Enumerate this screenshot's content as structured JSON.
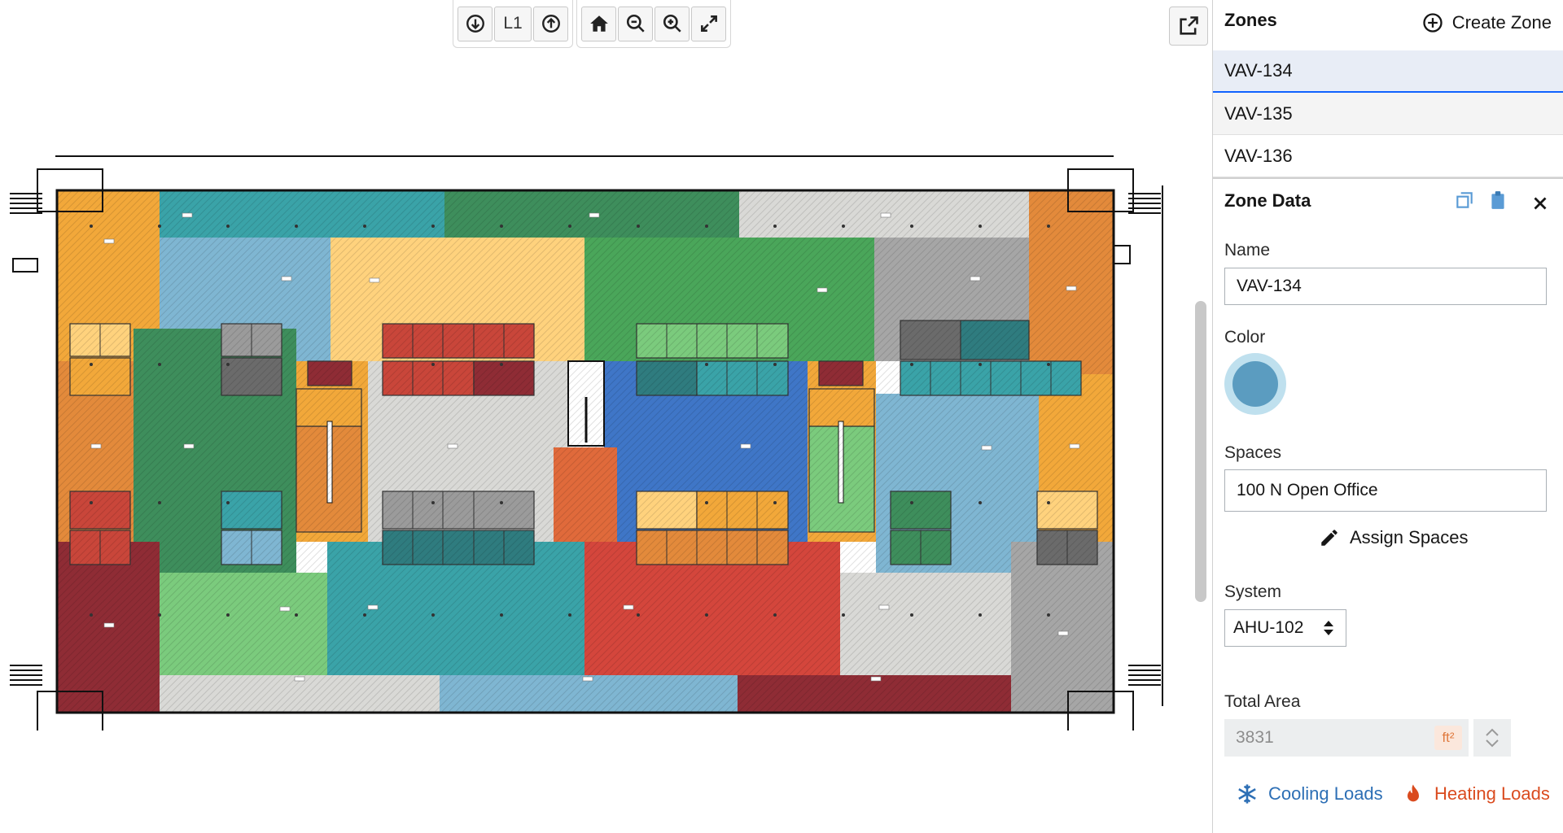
{
  "toolbar": {
    "level": "L1",
    "buttons": [
      "level-down",
      "level-up",
      "home",
      "zoom-out",
      "zoom-in",
      "fullscreen"
    ]
  },
  "zones_panel": {
    "title": "Zones",
    "create_label": "Create Zone",
    "zones": [
      {
        "label": "VAV-134",
        "selected": true
      },
      {
        "label": "VAV-135",
        "selected": false
      },
      {
        "label": "VAV-136",
        "selected": false
      }
    ]
  },
  "zone_data": {
    "title": "Zone Data",
    "name_label": "Name",
    "name_value": "VAV-134",
    "color_label": "Color",
    "color_value": "#5b9cc0",
    "spaces_label": "Spaces",
    "spaces_value": "100 N Open Office",
    "assign_label": "Assign Spaces",
    "system_label": "System",
    "system_value": "AHU-102",
    "area_label": "Total Area",
    "area_value": "3831",
    "area_unit": "ft²",
    "cooling_label": "Cooling Loads",
    "heating_label": "Heating Loads"
  },
  "colors": {
    "accent": "#0f62fe",
    "cooling": "#2d6fb5",
    "heating": "#da4b1f",
    "selected_row": "#e8edf6"
  }
}
